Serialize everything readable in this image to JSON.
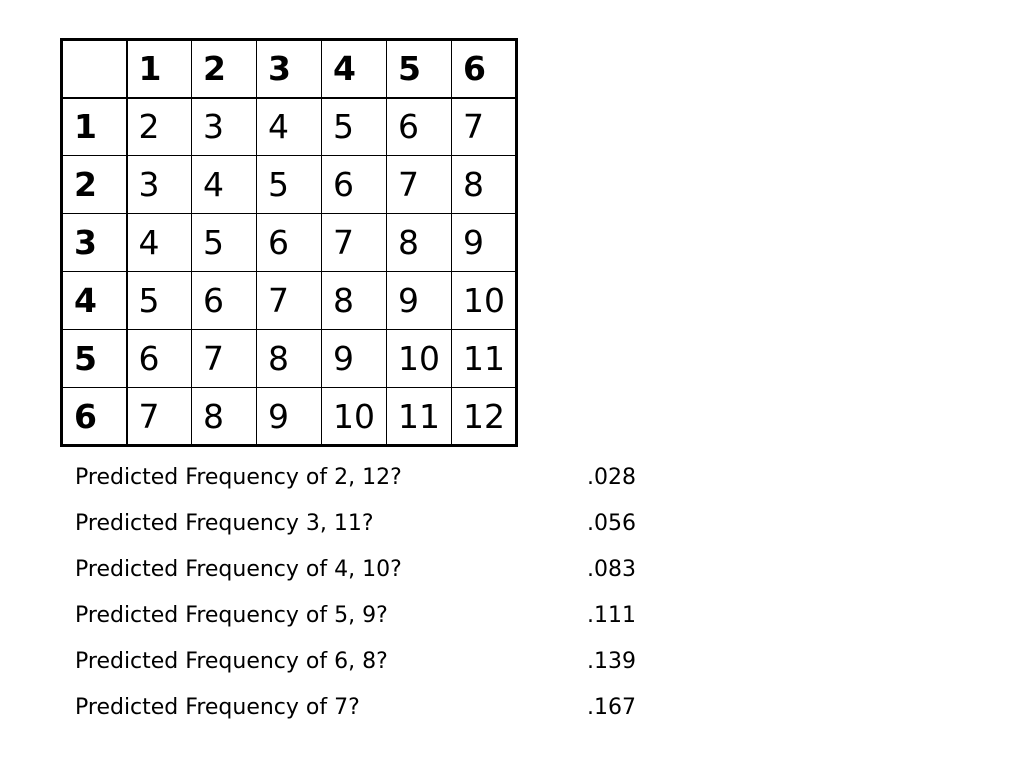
{
  "table": {
    "corner": "",
    "col_headers": [
      "1",
      "2",
      "3",
      "4",
      "5",
      "6"
    ],
    "rows": [
      {
        "header": "1",
        "cells": [
          "2",
          "3",
          "4",
          "5",
          "6",
          "7"
        ]
      },
      {
        "header": "2",
        "cells": [
          "3",
          "4",
          "5",
          "6",
          "7",
          "8"
        ]
      },
      {
        "header": "3",
        "cells": [
          "4",
          "5",
          "6",
          "7",
          "8",
          "9"
        ]
      },
      {
        "header": "4",
        "cells": [
          "5",
          "6",
          "7",
          "8",
          "9",
          "10"
        ]
      },
      {
        "header": "5",
        "cells": [
          "6",
          "7",
          "8",
          "9",
          "10",
          "11"
        ]
      },
      {
        "header": "6",
        "cells": [
          "7",
          "8",
          "9",
          "10",
          "11",
          "12"
        ]
      }
    ]
  },
  "frequencies": [
    {
      "question": "Predicted Frequency of 2, 12?",
      "value": ".028"
    },
    {
      "question": "Predicted Frequency 3, 11?",
      "value": ".056"
    },
    {
      "question": "Predicted Frequency of 4, 10?",
      "value": ".083"
    },
    {
      "question": "Predicted Frequency of 5, 9?",
      "value": ".111"
    },
    {
      "question": "Predicted Frequency of 6, 8?",
      "value": ".139"
    },
    {
      "question": "Predicted Frequency of 7?",
      "value": ".167"
    }
  ]
}
